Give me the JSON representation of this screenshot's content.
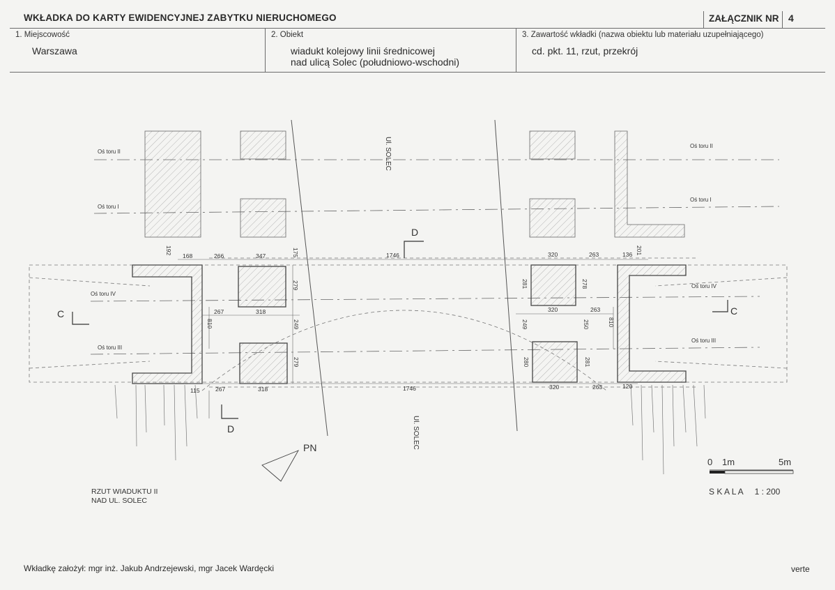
{
  "header": {
    "title": "WKŁADKA DO KARTY EWIDENCYJNEJ ZABYTKU NIERUCHOMEGO",
    "attachment_label": "ZAŁĄCZNIK NR",
    "attachment_number": "4"
  },
  "fields": {
    "locality": {
      "label": "1. Miejscowość",
      "value": "Warszawa"
    },
    "object": {
      "label": "2. Obiekt",
      "line1": "wiadukt kolejowy linii średnicowej",
      "line2": "nad ulicą Solec (południowo-wschodni)"
    },
    "contents": {
      "label": "3. Zawartość wkładki (nazwa obiektu lub materiału uzupełniającego)",
      "value": "cd. pkt. 11, rzut, przekrój"
    }
  },
  "drawing": {
    "street_top": "Ul. SOLEC",
    "street_bottom": "Ul. SOLEC",
    "track_labels": {
      "left_top": "Oś toru  II",
      "left_bottom": "Oś toru  I",
      "right_top": "Oś toru  II",
      "right_bottom": "Oś toru  I",
      "left_iv": "Oś toru  IV",
      "left_iii": "Oś toru  III",
      "right_iv": "Oś toru  IV",
      "right_iii": "Oś toru  III"
    },
    "section_markers": {
      "c": "C",
      "d": "D"
    },
    "north": "PN",
    "dimensions": {
      "d192": "192",
      "d168": "168",
      "d266": "266",
      "d347": "347",
      "d175": "175",
      "d1746_top": "1746",
      "d320_top": "320",
      "d263_top": "263",
      "d136": "136",
      "d201": "201",
      "d279_a": "279",
      "d267_a": "267",
      "d318_a": "318",
      "d810_l": "810",
      "d249_l": "249",
      "d279_b": "279",
      "d115": "115",
      "d267_b": "267",
      "d318_b": "318",
      "d1746_bottom": "1746",
      "d281_a": "281",
      "d278": "278",
      "d320_mid": "320",
      "d263_mid": "263",
      "d249_r": "249",
      "d250": "250",
      "d810_r": "810",
      "d280": "280",
      "d281_b": "281",
      "d320_bottom": "320",
      "d263_bottom": "263",
      "d120": "120"
    },
    "title_line1": "RZUT WIADUKTU  II",
    "title_line2": "NAD UL. SOLEC",
    "scale": {
      "tick0": "0",
      "tick1": "1m",
      "tick5": "5m",
      "text": "S K A L A     1 : 200"
    }
  },
  "footer": {
    "author": "Wkładkę założył: mgr inż. Jakub Andrzejewski, mgr Jacek Wardęcki",
    "verte": "verte"
  },
  "colors": {
    "line": "#555555",
    "hatch": "#8a8a8a",
    "background": "#f4f4f2"
  }
}
